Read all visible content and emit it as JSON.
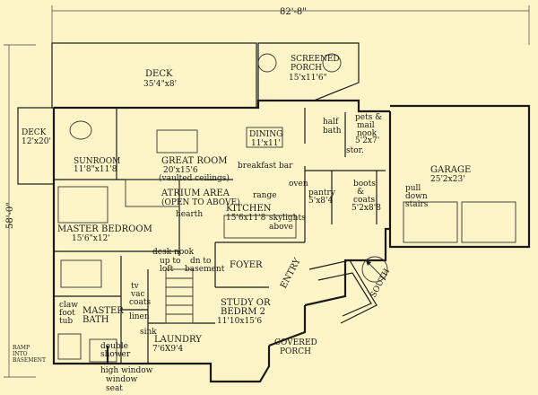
{
  "dimensions": {
    "width": "82'-8\"",
    "depth": "58'-0\""
  },
  "rooms": {
    "deck_top": {
      "name": "DECK",
      "size": "35'4\"x8'"
    },
    "screened_porch": {
      "name": "SCREENED",
      "name2": "PORCH",
      "size": "15'x11'6\""
    },
    "deck_left": {
      "name": "DECK",
      "size": "12'x20'"
    },
    "sunroom": {
      "name": "SUNROOM",
      "size": "11'8\"x11'8"
    },
    "great_room": {
      "name": "GREAT ROOM",
      "size": "20'x15'6",
      "note": "(vaulted ceilings)"
    },
    "dining": {
      "name": "DINING",
      "size": "11'x11'"
    },
    "half_bath": {
      "name": "half",
      "name2": "bath"
    },
    "pets_nook": {
      "name": "pets &",
      "name2": "mail",
      "name3": "nook",
      "size": "5'2x7'",
      "extra": "stor."
    },
    "garage": {
      "name": "GARAGE",
      "size": "25'2x23'",
      "note": "pull",
      "note2": "down",
      "note3": "stairs"
    },
    "breakfast_bar": {
      "name": "breakfast bar"
    },
    "oven": {
      "name": "oven"
    },
    "range": {
      "name": "range"
    },
    "pantry": {
      "name": "pantry",
      "size": "5'x8'4"
    },
    "boots_coats": {
      "name": "boots",
      "name2": "&",
      "name3": "coats",
      "size": "5'2x8'8"
    },
    "atrium": {
      "name": "ATRIUM AREA",
      "note": "(OPEN TO ABOVE)"
    },
    "hearth": {
      "name": "hearth"
    },
    "kitchen": {
      "name": "KITCHEN",
      "size": "15'6x11'8"
    },
    "skylights": {
      "name": "skylights",
      "name2": "above"
    },
    "master_bedroom": {
      "name": "MASTER BEDROOM",
      "size": "15'6\"x12'"
    },
    "desk_nook": {
      "name": "desk nook"
    },
    "up_loft": {
      "name": "up to",
      "name2": "loft"
    },
    "dn_basement": {
      "name": "dn to",
      "name2": "basement"
    },
    "foyer": {
      "name": "FOYER"
    },
    "entry": {
      "name": "ENTRY"
    },
    "south": {
      "name": "SOUTH"
    },
    "tv": {
      "name": "tv",
      "name2": "vac"
    },
    "coats": {
      "name": "coats"
    },
    "linen": {
      "name": "linen"
    },
    "clawfoot": {
      "name": "claw",
      "name2": "foot",
      "name3": "tub"
    },
    "master_bath": {
      "name": "MASTER",
      "name2": "BATH"
    },
    "sink": {
      "name": "sink"
    },
    "laundry": {
      "name": "LAUNDRY",
      "size": "7'6X9'4"
    },
    "study": {
      "name": "STUDY OR",
      "name2": "BEDRM 2",
      "size": "11'10x15'6"
    },
    "covered_porch": {
      "name": "COVERED",
      "name2": "PORCH"
    },
    "double_shower": {
      "name": "double",
      "name2": "shower"
    },
    "ramp": {
      "name": "RAMP",
      "name2": "INTO",
      "name3": "BASEMENT"
    },
    "high_window": {
      "name": "high window",
      "name2": "window",
      "name3": "seat"
    }
  }
}
